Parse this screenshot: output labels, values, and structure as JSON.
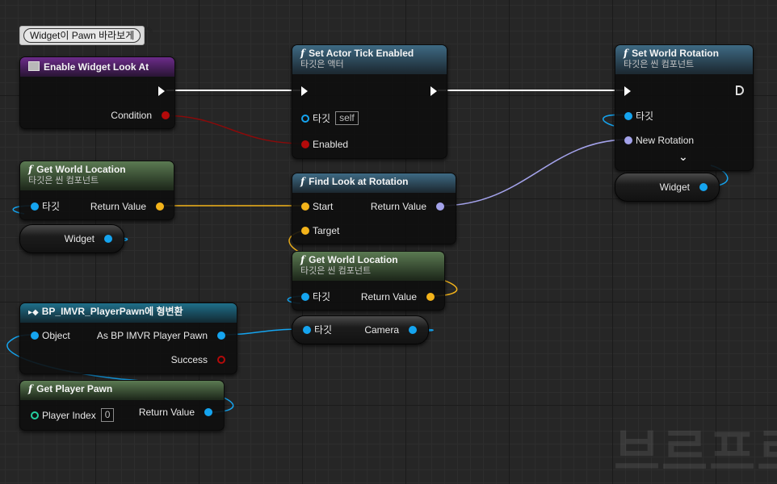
{
  "comment": {
    "text": "Widget이 Pawn 바라보게",
    "pin_icon": "pushpin-icon"
  },
  "nodes": {
    "enable_widget": {
      "title": "Enable Widget Look At",
      "condition": "Condition"
    },
    "set_tick": {
      "title": "Set Actor Tick Enabled",
      "subtitle": "타깃은 액터",
      "target": "타깃",
      "target_value": "self",
      "enabled": "Enabled"
    },
    "set_rotation": {
      "title": "Set World Rotation",
      "subtitle": "타깃은 씬 컴포넌트",
      "target": "타깃",
      "new_rotation": "New Rotation",
      "expand": "⌄"
    },
    "get_loc_1": {
      "title": "Get World Location",
      "subtitle": "타깃은 씬 컴포넌트",
      "target": "타깃",
      "return": "Return Value"
    },
    "find_look": {
      "title": "Find Look at Rotation",
      "start": "Start",
      "target": "Target",
      "return": "Return Value"
    },
    "get_loc_2": {
      "title": "Get World Location",
      "subtitle": "타깃은 씬 컴포넌트",
      "target": "타깃",
      "return": "Return Value"
    },
    "cast": {
      "title": "BP_IMVR_PlayerPawn에 형변환",
      "object": "Object",
      "as_pawn": "As BP IMVR Player Pawn",
      "success": "Success"
    },
    "get_pawn": {
      "title": "Get Player Pawn",
      "player_index": "Player Index",
      "index_value": "0",
      "return": "Return Value"
    }
  },
  "variables": {
    "widget_1": "Widget",
    "widget_2": "Widget",
    "camera_target": "타깃",
    "camera": "Camera"
  },
  "colors": {
    "exec": "#ffffff",
    "object": "#15a4ef",
    "bool": "#b40a0a",
    "vector": "#f3b31a",
    "rotator": "#a3a2ea",
    "int": "#24d0a0"
  },
  "watermark": "브르프로"
}
